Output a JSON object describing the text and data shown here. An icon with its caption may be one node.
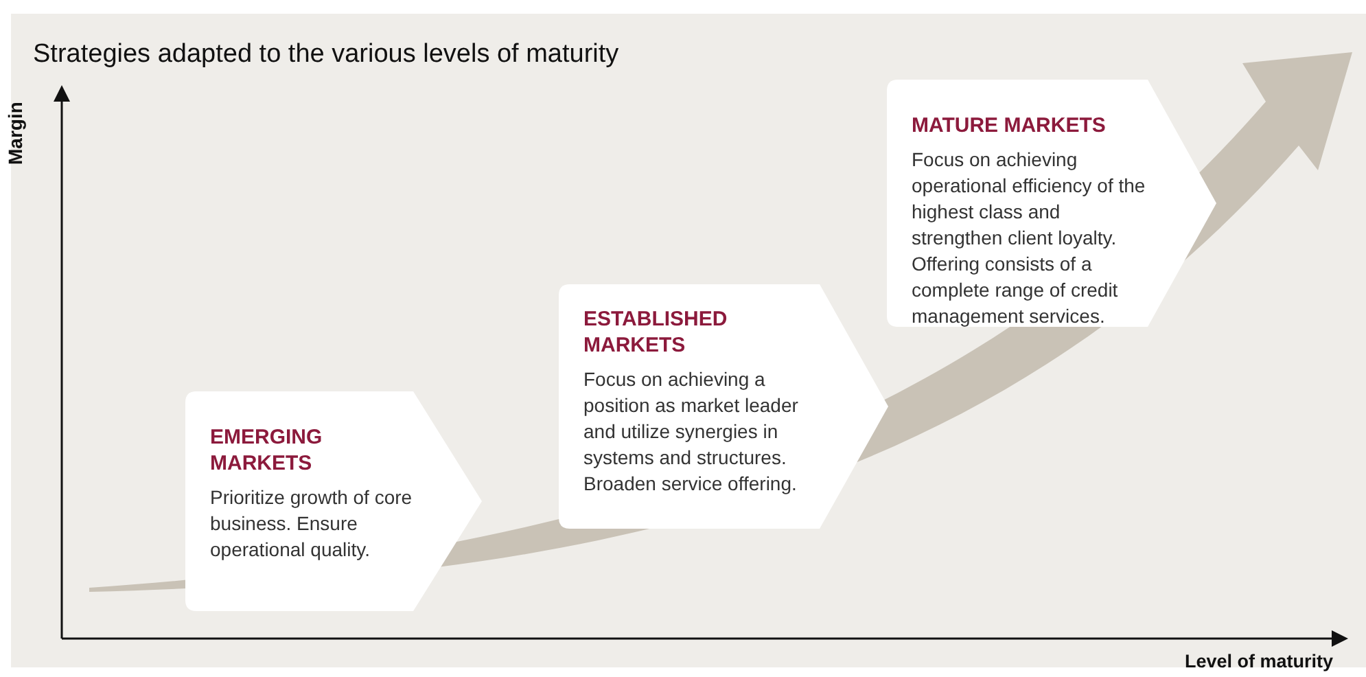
{
  "diagram": {
    "title": "Strategies adapted to the various levels of maturity",
    "nodes": [
      {
        "text": [
          "EMERGING MARKETS",
          "Prioritize growth of core business. Ensure operational quality."
        ]
      },
      {
        "text": [
          "ESTABLISHED MARKETS",
          "Focus on achieving a position as market leader and utilize synergies in systems and structures. Broaden service offering."
        ]
      },
      {
        "text": [
          "MATURE MARKETS",
          "Focus on achieving operational efficiency of the highest class and strengthen client loyalty. Offering consists of a complete range of credit management services."
        ]
      }
    ],
    "labels": [
      "Margin",
      "Level of maturity"
    ]
  }
}
